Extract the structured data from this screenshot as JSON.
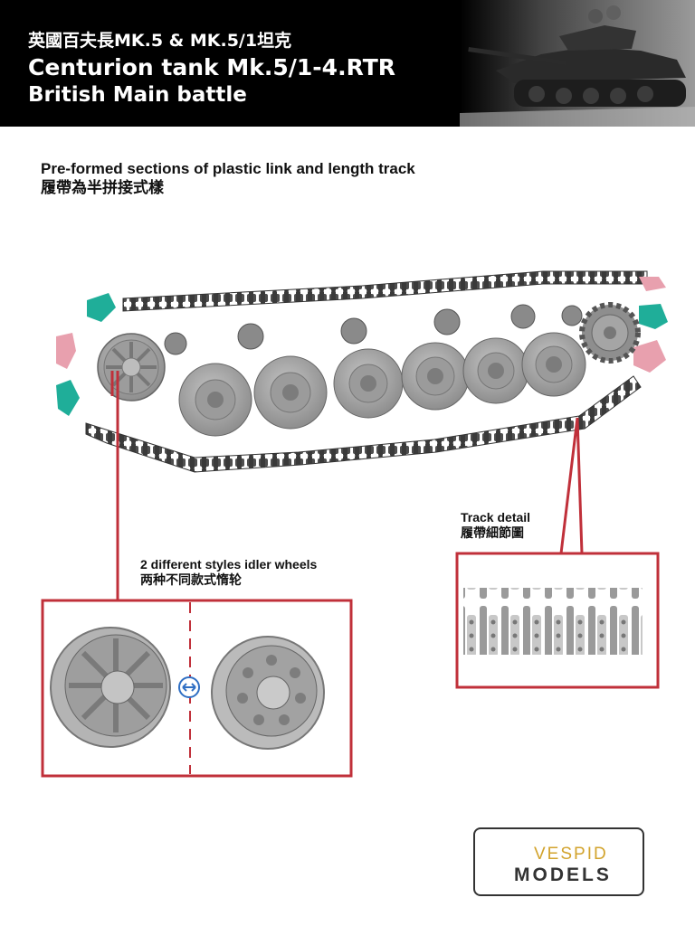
{
  "header": {
    "line1": "英國百夫長MK.5 & MK.5/1坦克",
    "line2": "Centurion  tank Mk.5/1-4.RTR",
    "line3": "British Main battle"
  },
  "section": {
    "title_en": "Pre-formed sections of plastic link and length track",
    "title_zh": "履帶為半拼接式樣"
  },
  "callouts": {
    "idler_en": "2 different styles idler wheels",
    "idler_zh": "两种不同款式惰轮",
    "track_en": "Track detail",
    "track_zh": "履帶細節圖"
  },
  "logo": {
    "brand_top": "VESPID",
    "brand_bottom": "MODELS"
  },
  "colors": {
    "accent_red": "#c0303a",
    "track_grey": "#555555",
    "part_grey": "#a8a8a8",
    "teal_part": "#1fae99",
    "pink_part": "#e8a0ae"
  }
}
